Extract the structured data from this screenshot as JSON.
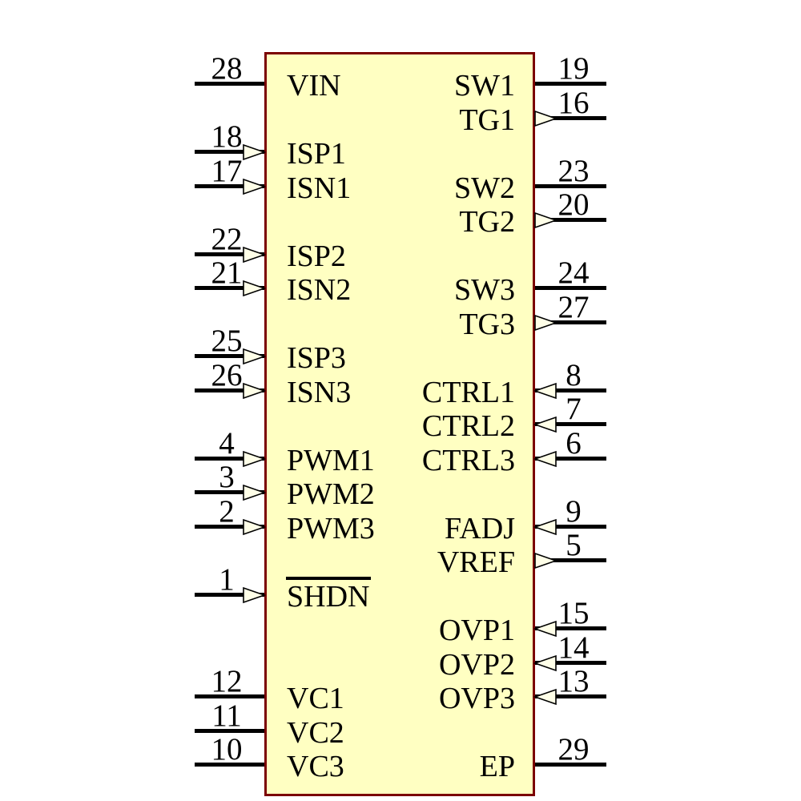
{
  "diagram": {
    "kind": "ic-schematic-symbol",
    "description": "28-pin IC symbol with exposed pad (EP)",
    "colors": {
      "body_fill": "#ffffc2",
      "body_border": "#7b0000",
      "pin_line": "#000000",
      "arrow_fill": "#ffffe8",
      "arrow_outline": "#000000",
      "text": "#000000",
      "background": "#ffffff"
    }
  },
  "pins": {
    "left": [
      {
        "name": "VIN",
        "number": "28",
        "slot": 0,
        "dir": "none"
      },
      {
        "name": "ISP1",
        "number": "18",
        "slot": 2,
        "dir": "in"
      },
      {
        "name": "ISN1",
        "number": "17",
        "slot": 3,
        "dir": "in"
      },
      {
        "name": "ISP2",
        "number": "22",
        "slot": 5,
        "dir": "in"
      },
      {
        "name": "ISN2",
        "number": "21",
        "slot": 6,
        "dir": "in"
      },
      {
        "name": "ISP3",
        "number": "25",
        "slot": 8,
        "dir": "in"
      },
      {
        "name": "ISN3",
        "number": "26",
        "slot": 9,
        "dir": "in"
      },
      {
        "name": "PWM1",
        "number": "4",
        "slot": 11,
        "dir": "in"
      },
      {
        "name": "PWM2",
        "number": "3",
        "slot": 12,
        "dir": "in"
      },
      {
        "name": "PWM3",
        "number": "2",
        "slot": 13,
        "dir": "in"
      },
      {
        "name": "SHDN",
        "number": "1",
        "slot": 15,
        "dir": "in",
        "overline": true
      },
      {
        "name": "VC1",
        "number": "12",
        "slot": 18,
        "dir": "none"
      },
      {
        "name": "VC2",
        "number": "11",
        "slot": 19,
        "dir": "none"
      },
      {
        "name": "VC3",
        "number": "10",
        "slot": 20,
        "dir": "none"
      }
    ],
    "right": [
      {
        "name": "SW1",
        "number": "19",
        "slot": 0,
        "dir": "none"
      },
      {
        "name": "TG1",
        "number": "16",
        "slot": 1,
        "dir": "out"
      },
      {
        "name": "SW2",
        "number": "23",
        "slot": 3,
        "dir": "none"
      },
      {
        "name": "TG2",
        "number": "20",
        "slot": 4,
        "dir": "out"
      },
      {
        "name": "SW3",
        "number": "24",
        "slot": 6,
        "dir": "none"
      },
      {
        "name": "TG3",
        "number": "27",
        "slot": 7,
        "dir": "out"
      },
      {
        "name": "CTRL1",
        "number": "8",
        "slot": 9,
        "dir": "in"
      },
      {
        "name": "CTRL2",
        "number": "7",
        "slot": 10,
        "dir": "in"
      },
      {
        "name": "CTRL3",
        "number": "6",
        "slot": 11,
        "dir": "in"
      },
      {
        "name": "FADJ",
        "number": "9",
        "slot": 13,
        "dir": "in"
      },
      {
        "name": "VREF",
        "number": "5",
        "slot": 14,
        "dir": "out"
      },
      {
        "name": "OVP1",
        "number": "15",
        "slot": 16,
        "dir": "in"
      },
      {
        "name": "OVP2",
        "number": "14",
        "slot": 17,
        "dir": "in"
      },
      {
        "name": "OVP3",
        "number": "13",
        "slot": 18,
        "dir": "in"
      },
      {
        "name": "EP",
        "number": "29",
        "slot": 20,
        "dir": "none"
      }
    ]
  }
}
